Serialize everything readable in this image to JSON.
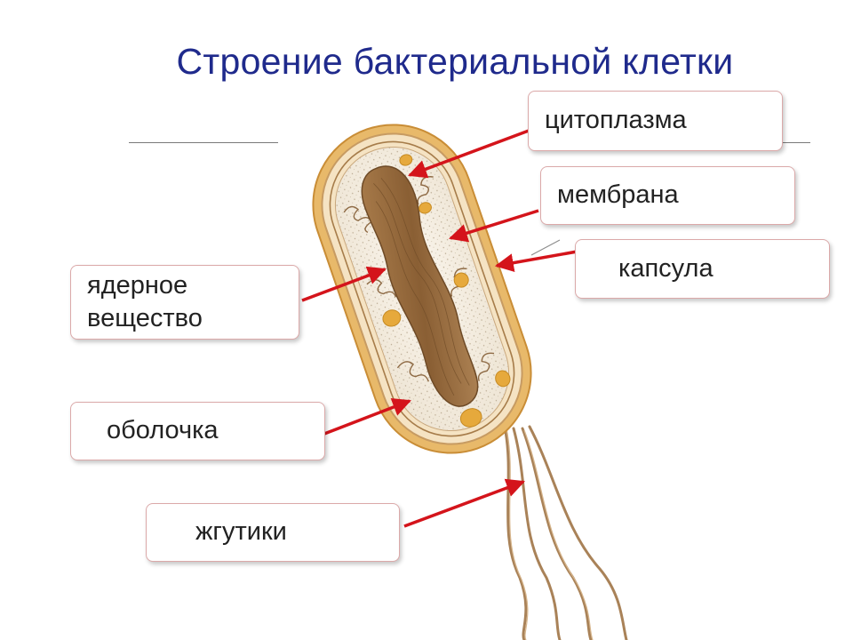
{
  "title": "Строение бактериальной клетки",
  "labels": {
    "cytoplasm": "цитоплазма",
    "membrane": "мембрана",
    "capsule": "капсула",
    "nuclear_line1": "ядерное",
    "nuclear_line2": "вещество",
    "shell": "оболочка",
    "flagella": "жгутики"
  },
  "colors": {
    "title": "#1f2a8c",
    "arrow": "#d4141b",
    "capsule": "#e8b96a",
    "nucleoid": "#9a6b3a",
    "granule": "#e6a93c"
  }
}
